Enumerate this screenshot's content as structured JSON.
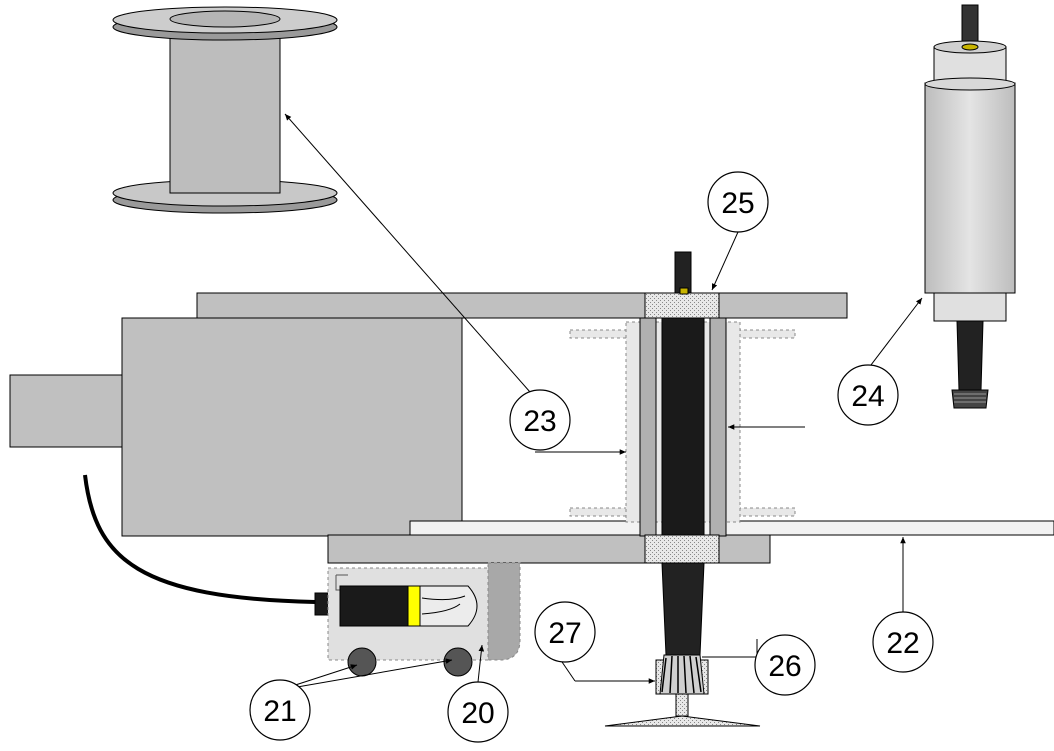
{
  "callouts": [
    {
      "id": "20",
      "label": "20"
    },
    {
      "id": "21",
      "label": "21"
    },
    {
      "id": "22",
      "label": "22"
    },
    {
      "id": "23",
      "label": "23"
    },
    {
      "id": "24",
      "label": "24"
    },
    {
      "id": "25",
      "label": "25"
    },
    {
      "id": "26",
      "label": "26"
    },
    {
      "id": "27",
      "label": "27"
    }
  ],
  "colors": {
    "body_gray": "#c0c0c0",
    "dark_shaft": "#1a1a1a",
    "white_part": "#e6e6e6",
    "yellow_band": "#ffff00",
    "outline": "#000000"
  }
}
